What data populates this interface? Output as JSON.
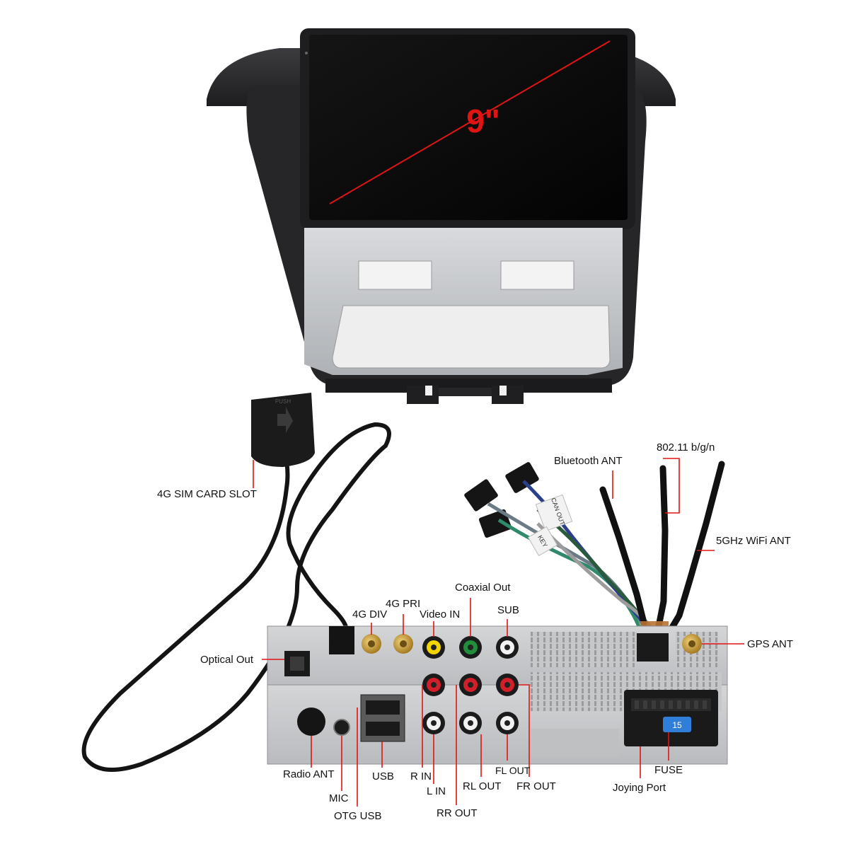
{
  "screen": {
    "size_label": "9\""
  },
  "sim": {
    "port_text": "PUSH"
  },
  "labels": {
    "sim_card_slot": "4G SIM CARD SLOT",
    "bluetooth_ant": "Bluetooth ANT",
    "wifi_24": "802.11 b/g/n",
    "wifi_5": "5GHz WiFi ANT",
    "coaxial_out": "Coaxial Out",
    "four_g_pri": "4G PRI",
    "four_g_div": "4G DIV",
    "video_in": "Video IN",
    "sub": "SUB",
    "gps_ant": "GPS ANT",
    "optical_out": "Optical Out",
    "radio_ant": "Radio ANT",
    "mic": "MIC",
    "otg_usb": "OTG USB",
    "usb": "USB",
    "r_in": "R IN",
    "l_in": "L IN",
    "rr_out": "RR OUT",
    "rl_out": "RL OUT",
    "fl_out": "FL OUT",
    "fr_out": "FR OUT",
    "joying_port": "Joying Port",
    "fuse": "FUSE"
  },
  "fuse_value": "15",
  "cable_tags": {
    "can_out": "CAN OUT",
    "key": "KEY"
  },
  "colors": {
    "callout": "#e11414",
    "bezel": "#2b2b2d",
    "screen": "#090909",
    "silver_panel": "#c4c6c9",
    "chassis": "#c9cacc",
    "rca_red": "#d2202a",
    "rca_white": "#f2f2f2",
    "rca_yellow": "#f2d400",
    "rca_green": "#1f8f3a",
    "sma_gold": "#c9a13a",
    "fuse_blue": "#2f7fd8"
  }
}
